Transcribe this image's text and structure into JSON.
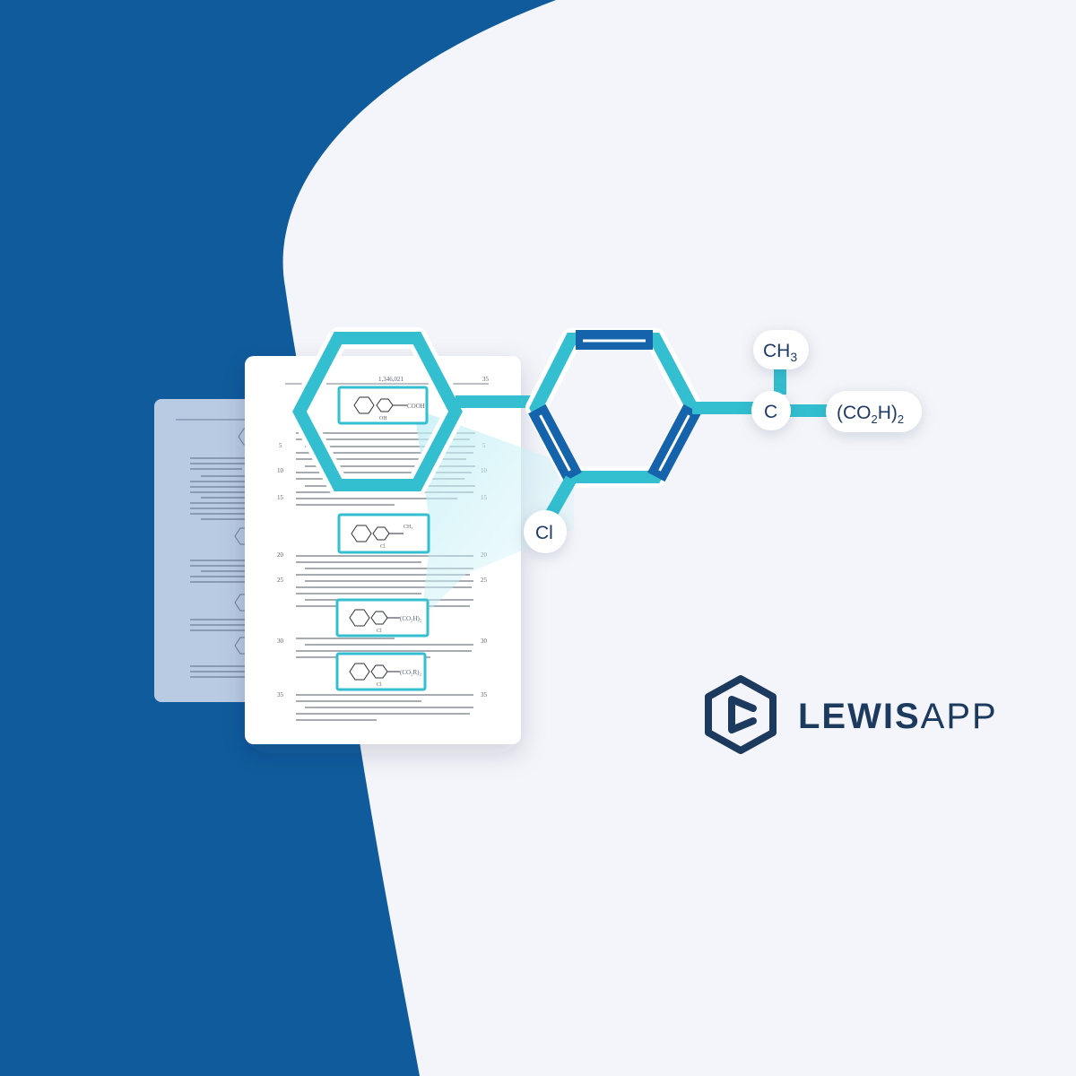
{
  "colors": {
    "blue_bg": "#0f5b9c",
    "light_bg": "#f4f5fa",
    "teal": "#33bfd0",
    "dark_blue": "#1564ab",
    "logo_navy": "#1c3a5e"
  },
  "document": {
    "patent_number": "1,346,021",
    "page_number": "35",
    "line_numbers": [
      "5",
      "10",
      "15",
      "20",
      "25",
      "30",
      "35"
    ],
    "formula_labels": {
      "f1_group": "COOH",
      "f1_sub": "OH",
      "f2_group": "CH₃",
      "f2_sub": "Cl",
      "f3_group": "(CO₂H)₂",
      "f3_sub": "Cl",
      "f4_group": "(CO₂R)₂",
      "f4_sub": "Cl"
    }
  },
  "molecule": {
    "atoms": {
      "ch3_main": "CH",
      "ch3_sub": "3",
      "carbon": "C",
      "carboxyl_a": "(CO",
      "carboxyl_b": "2",
      "carboxyl_c": "H)",
      "carboxyl_d": "2",
      "chlorine": "Cl"
    }
  },
  "logo": {
    "icon": "hexagon-logo-icon",
    "part1": "LEWIS",
    "part2": "APP"
  }
}
